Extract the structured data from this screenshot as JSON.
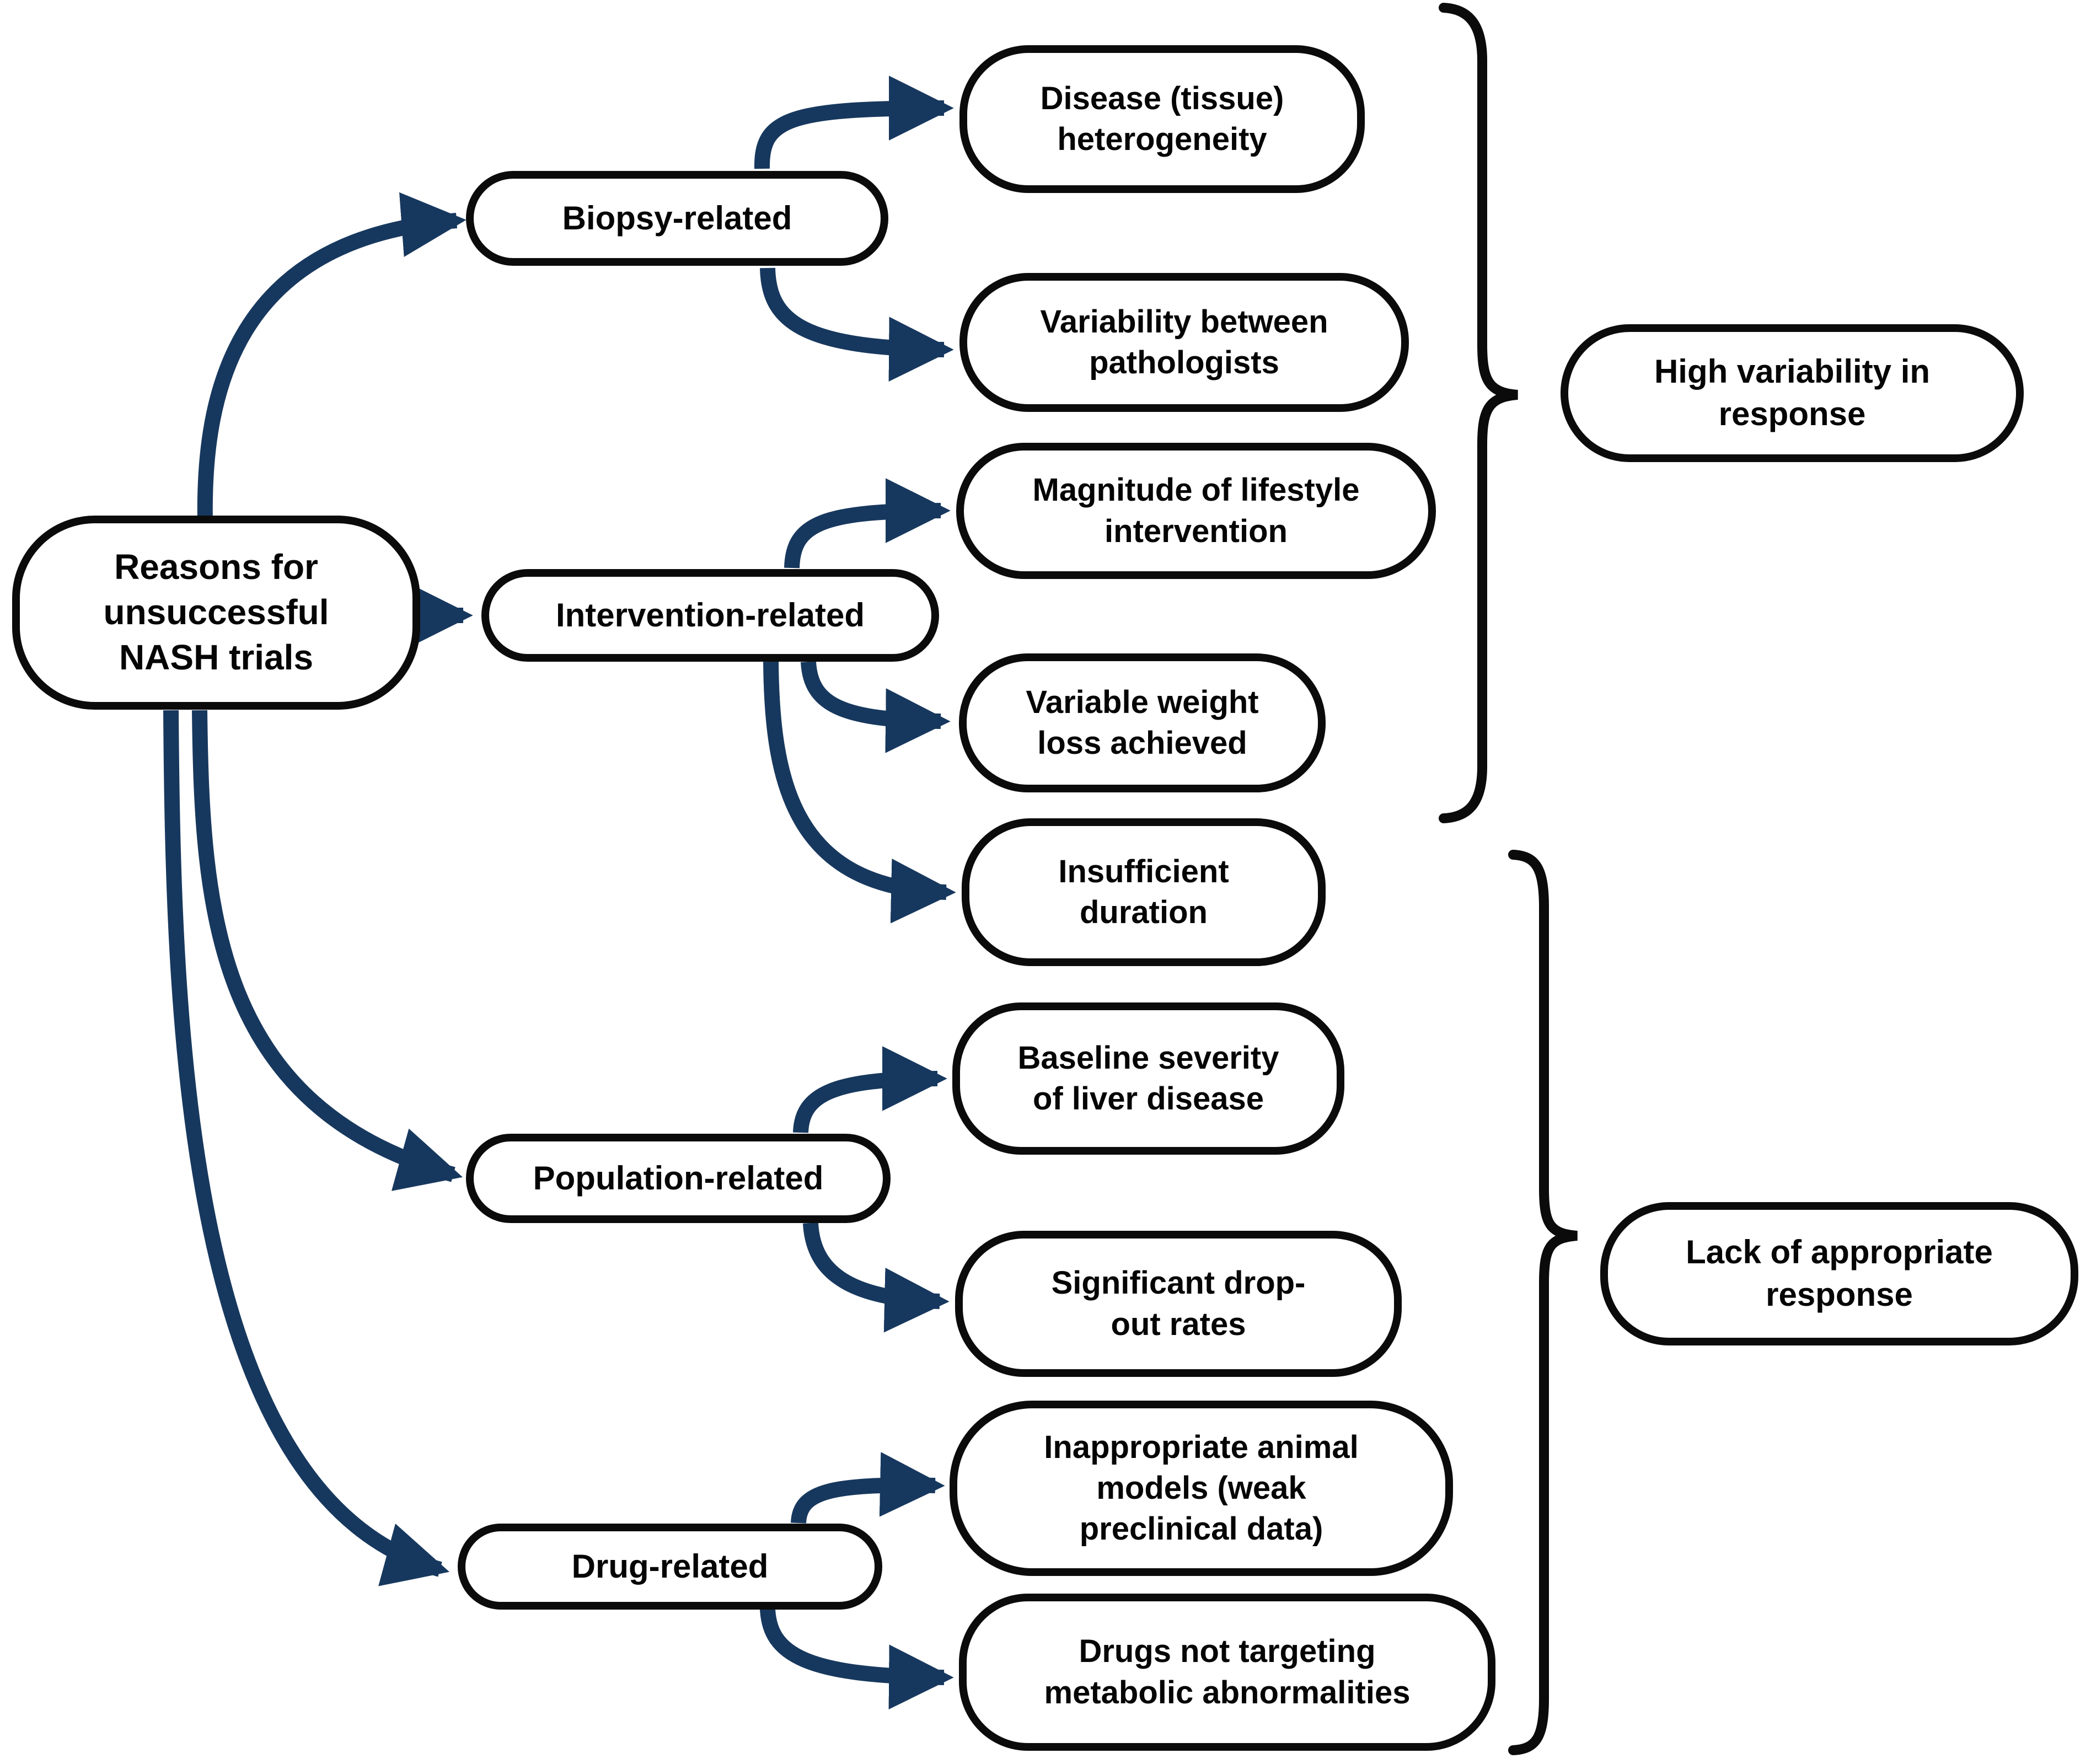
{
  "colors": {
    "background": "#ffffff",
    "node_fill": "#ffffff",
    "node_border": "#0b0b0b",
    "text": "#050505",
    "arrow": "#17385e",
    "brace": "#0b0b0b"
  },
  "nodes": {
    "root": {
      "label": "Reasons for\nunsuccessful\nNASH trials"
    },
    "biopsy": {
      "label": "Biopsy-related"
    },
    "intervention": {
      "label": "Intervention-related"
    },
    "population": {
      "label": "Population-related"
    },
    "drug": {
      "label": "Drug-related"
    },
    "disease_heterogeneity": {
      "label": "Disease (tissue)\nheterogeneity"
    },
    "pathologist_variability": {
      "label": "Variability between\npathologists"
    },
    "lifestyle_magnitude": {
      "label": "Magnitude of lifestyle\nintervention"
    },
    "weight_loss": {
      "label": "Variable weight\nloss achieved"
    },
    "insufficient_duration": {
      "label": "Insufficient\nduration"
    },
    "baseline_severity": {
      "label": "Baseline severity\nof liver disease"
    },
    "dropout_rates": {
      "label": "Significant drop-\nout rates"
    },
    "animal_models": {
      "label": "Inappropriate animal\nmodels (weak\npreclinical data)"
    },
    "drug_targets": {
      "label": "Drugs not targeting\nmetabolic abnormalities"
    },
    "high_variability": {
      "label": "High variability in\nresponse"
    },
    "lack_response": {
      "label": "Lack of appropriate\nresponse"
    }
  },
  "edges": [
    {
      "from": "root",
      "to": "biopsy"
    },
    {
      "from": "root",
      "to": "intervention"
    },
    {
      "from": "root",
      "to": "population"
    },
    {
      "from": "root",
      "to": "drug"
    },
    {
      "from": "biopsy",
      "to": "disease_heterogeneity"
    },
    {
      "from": "biopsy",
      "to": "pathologist_variability"
    },
    {
      "from": "intervention",
      "to": "lifestyle_magnitude"
    },
    {
      "from": "intervention",
      "to": "weight_loss"
    },
    {
      "from": "intervention",
      "to": "insufficient_duration"
    },
    {
      "from": "population",
      "to": "baseline_severity"
    },
    {
      "from": "population",
      "to": "dropout_rates"
    },
    {
      "from": "drug",
      "to": "animal_models"
    },
    {
      "from": "drug",
      "to": "drug_targets"
    }
  ],
  "groups": [
    {
      "outcome": "high_variability",
      "covers": [
        "disease_heterogeneity",
        "pathologist_variability",
        "lifestyle_magnitude",
        "weight_loss"
      ]
    },
    {
      "outcome": "lack_response",
      "covers": [
        "insufficient_duration",
        "baseline_severity",
        "dropout_rates",
        "animal_models",
        "drug_targets"
      ]
    }
  ]
}
